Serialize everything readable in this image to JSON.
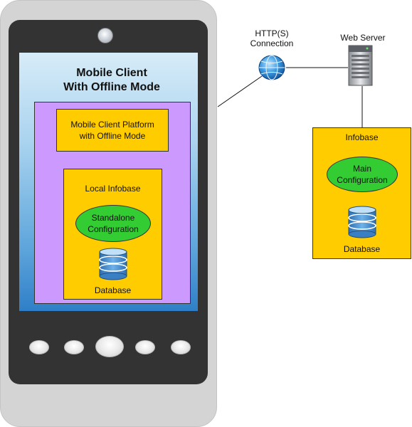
{
  "mobile_client": {
    "title_line1": "Mobile Client",
    "title_line2": "With Offline Mode",
    "platform_line1": "Mobile Client Platform",
    "platform_line2": "with Offline Mode",
    "local_infobase": "Local Infobase",
    "standalone_line1": "Standalone",
    "standalone_line2": "Configuration",
    "database": "Database"
  },
  "connection": {
    "line1": "HTTP(S)",
    "line2": "Connection"
  },
  "web_server": {
    "label": "Web Server"
  },
  "server_infobase": {
    "title": "Infobase",
    "main_line1": "Main",
    "main_line2": "Configuration",
    "database": "Database"
  },
  "colors": {
    "purple": "#cc99ff",
    "yellow": "#ffcc00",
    "green": "#33cc33",
    "screen_blue": "#5fa6dc"
  },
  "icons": [
    "camera-icon",
    "globe-icon",
    "server-icon",
    "database-icon"
  ]
}
